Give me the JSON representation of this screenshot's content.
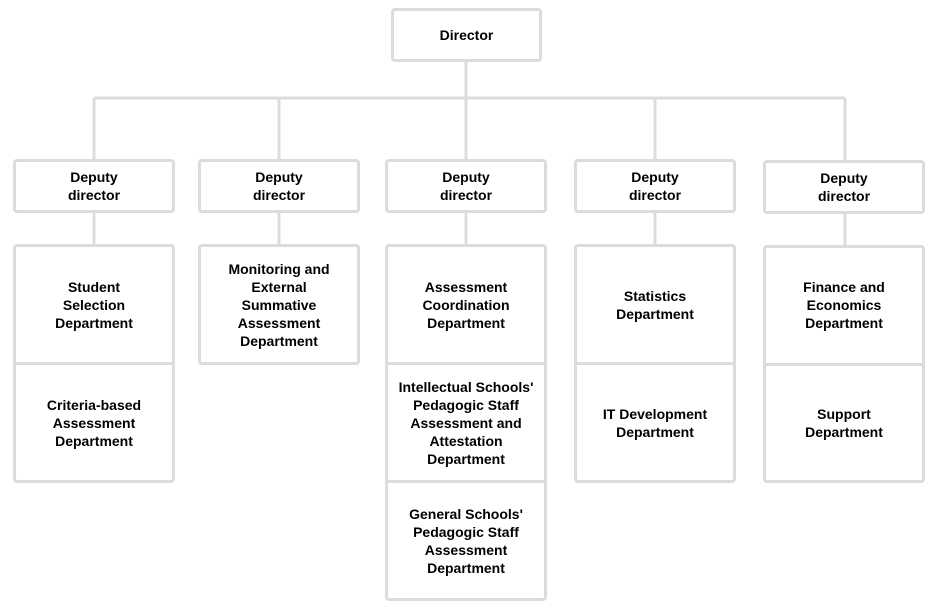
{
  "director": {
    "label": "Director"
  },
  "columns": [
    {
      "deputy": "Deputy\ndirector",
      "departments": [
        "Student\nSelection\nDepartment",
        "Criteria-based\nAssessment\nDepartment"
      ]
    },
    {
      "deputy": "Deputy\ndirector",
      "departments": [
        "Monitoring and\nExternal\nSummative\nAssessment\nDepartment"
      ]
    },
    {
      "deputy": "Deputy\ndirector",
      "departments": [
        "Assessment\nCoordination\nDepartment",
        "Intellectual Schools'\nPedagogic Staff\nAssessment and\nAttestation\nDepartment",
        "General Schools'\nPedagogic Staff\nAssessment\nDepartment"
      ]
    },
    {
      "deputy": "Deputy\ndirector",
      "departments": [
        "Statistics\nDepartment",
        "IT Development\nDepartment"
      ]
    },
    {
      "deputy": "Deputy\ndirector",
      "departments": [
        "Finance and\nEconomics\nDepartment",
        "Support\nDepartment"
      ]
    }
  ],
  "colors": {
    "border": "#dcdcdc",
    "connector": "#dcdcdc",
    "text": "#000000",
    "background": "#ffffff"
  }
}
